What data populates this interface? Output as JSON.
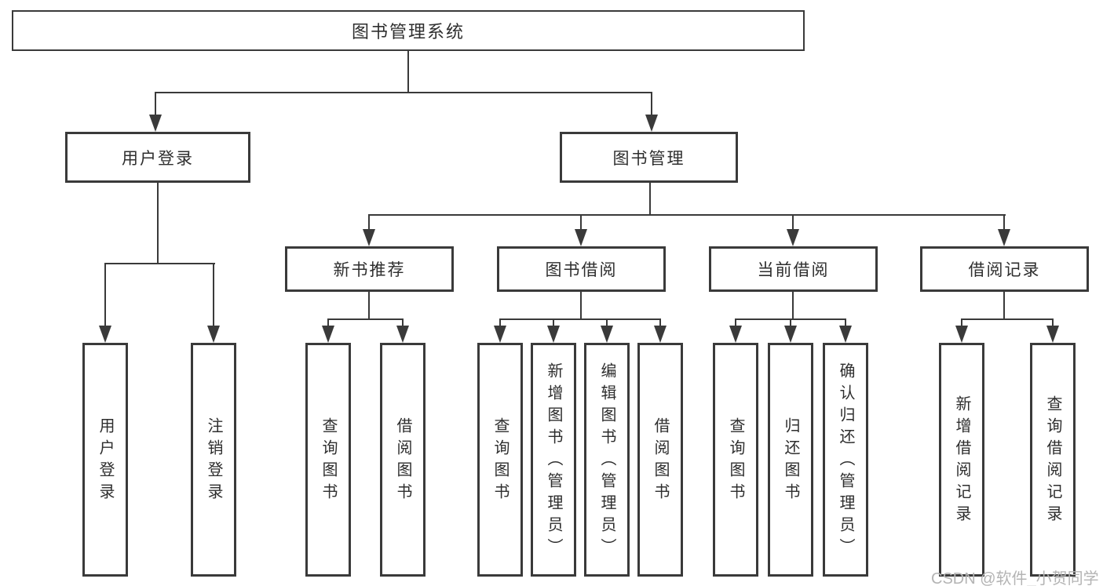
{
  "colors": {
    "line": "#3a3a3a",
    "text": "#2e2e2e",
    "background": "#ffffff",
    "watermark": "#b4b4b4"
  },
  "watermark": {
    "text": "CSDN @软件_小贺同学"
  },
  "diagram": {
    "root": {
      "label": "图书管理系统"
    },
    "level2": {
      "user_login": {
        "label": "用户登录"
      },
      "book_management": {
        "label": "图书管理"
      }
    },
    "level3": {
      "new_book_recommend": {
        "label": "新书推荐"
      },
      "book_borrow": {
        "label": "图书借阅"
      },
      "current_borrow": {
        "label": "当前借阅"
      },
      "borrow_record": {
        "label": "借阅记录"
      }
    },
    "level4": {
      "user_login_children": [
        {
          "label": "用户登录"
        },
        {
          "label": "注销登录"
        }
      ],
      "new_book_children": [
        {
          "label": "查询图书"
        },
        {
          "label": "借阅图书"
        }
      ],
      "book_borrow_children": [
        {
          "label": "查询图书"
        },
        {
          "label": "新增图书（管理员）"
        },
        {
          "label": "编辑图书（管理员）"
        },
        {
          "label": "借阅图书"
        }
      ],
      "current_borrow_children": [
        {
          "label": "查询图书"
        },
        {
          "label": "归还图书"
        },
        {
          "label": "确认归还（管理员）"
        }
      ],
      "borrow_record_children": [
        {
          "label": "新增借阅记录"
        },
        {
          "label": "查询借阅记录"
        }
      ]
    }
  }
}
